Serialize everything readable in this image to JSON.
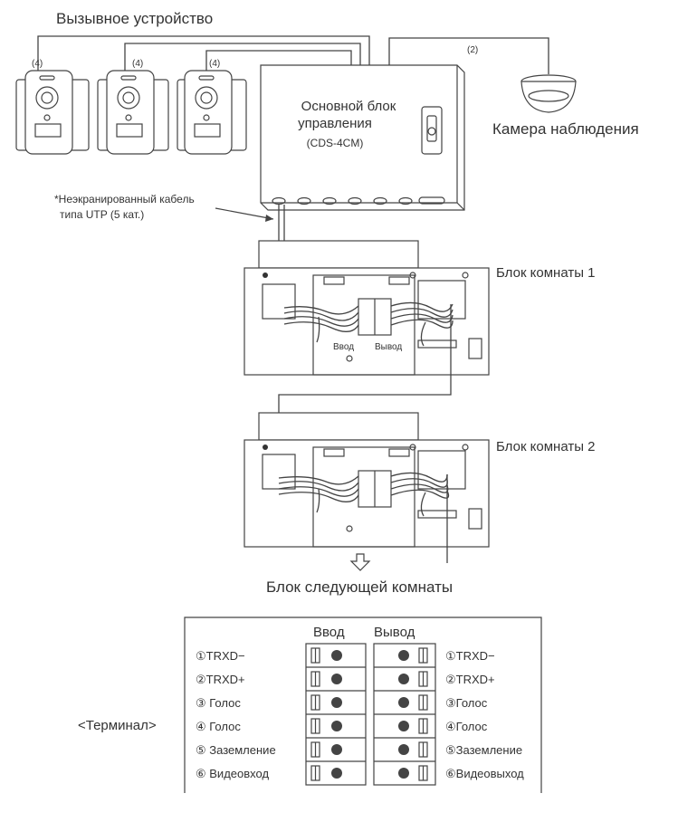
{
  "labels": {
    "call_device": "Вызывное устройство",
    "main_unit_line1": "Основной блок",
    "main_unit_line2": "управления",
    "main_unit_model": "(CDS-4CM)",
    "camera": "Камера наблюдения",
    "cable_line1": "*Неэкранированный кабель",
    "cable_line2": "типа UTP (5 кат.)",
    "room1": "Блок комнаты 1",
    "room2": "Блок комнаты 2",
    "input_small": "Ввод",
    "output_small": "Вывод",
    "next_room": "Блок следующей комнаты",
    "camera_count": "(2)",
    "door_count": "(4)"
  },
  "terminal": {
    "caption": "<Терминал>",
    "input_header": "Ввод",
    "output_header": "Вывод",
    "input_labels": [
      "①TRXD−",
      "②TRXD+",
      "③ Голос",
      "④ Голос",
      "⑤ Заземление",
      "⑥ Видеовход"
    ],
    "output_labels": [
      "①TRXD−",
      "②TRXD+",
      "③Голос",
      "④Голос",
      "⑤Заземление",
      "⑥Видеовыход"
    ]
  }
}
